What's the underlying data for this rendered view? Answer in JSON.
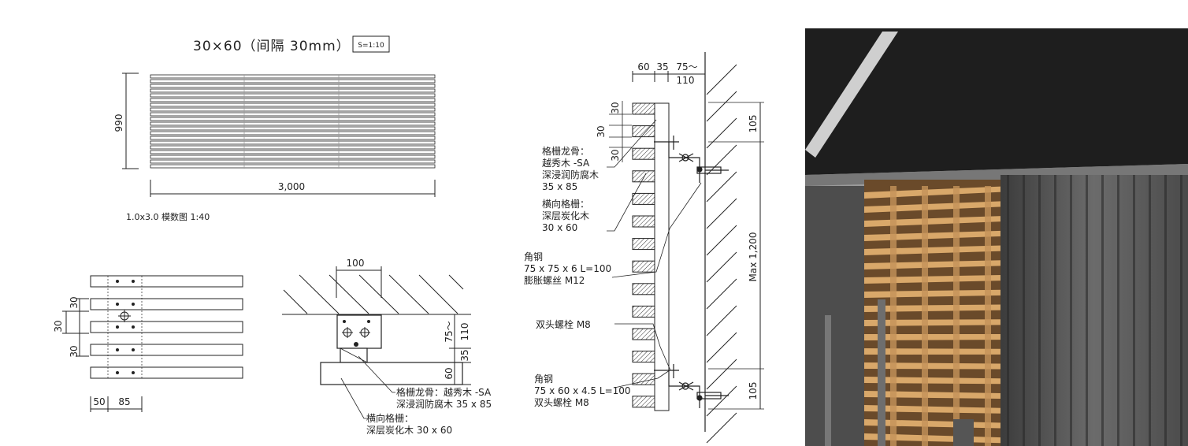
{
  "elevation": {
    "title": "30×60（间隔 30mm）",
    "scale_badge": "S=1:10",
    "height_dim": "990",
    "width_dim": "3,000",
    "caption": "1.0x3.0 模数图 1:40"
  },
  "plan_detail": {
    "dim_30_a": "30",
    "dim_30_b": "30",
    "dim_30_c": "30",
    "dim_50": "50",
    "dim_85": "85"
  },
  "bracket_detail": {
    "dim_100": "100",
    "dim_75": "75～",
    "dim_110": "110",
    "dim_35": "35",
    "dim_60": "60",
    "label_keel": [
      "格栅龙骨：越秀木 -SA",
      "深浸润防腐木 35 x 85"
    ],
    "label_slat": [
      "横向格栅：",
      "深层炭化木 30 x 60"
    ]
  },
  "section": {
    "dim_60": "60",
    "dim_35": "35",
    "dim_75": "75～",
    "dim_110": "110",
    "dim_30_a": "30",
    "dim_30_b": "30",
    "dim_30_c": "30",
    "dim_105_top": "105",
    "dim_max": "Max 1,200",
    "dim_105_bottom": "105",
    "label_keel": [
      "格栅龙骨：",
      "越秀木 -SA",
      "深浸润防腐木",
      "35 x 85"
    ],
    "label_slat": [
      "横向格栅：",
      "深层炭化木",
      "30 x 60"
    ],
    "label_angle1": [
      "角钢",
      "75 x 75 x 6 L=100",
      "膨胀螺丝 M12"
    ],
    "label_stud": [
      "双头螺栓 M8"
    ],
    "label_angle2": [
      "角钢",
      "75 x 60 x 4.5 L=100",
      "双头螺栓 M8"
    ]
  },
  "colors": {
    "line": "#222222",
    "wood": "#b07a44",
    "wood_light": "#d9a86a",
    "cladding": "#5a5a5a",
    "soffit": "#1e1e1e"
  }
}
